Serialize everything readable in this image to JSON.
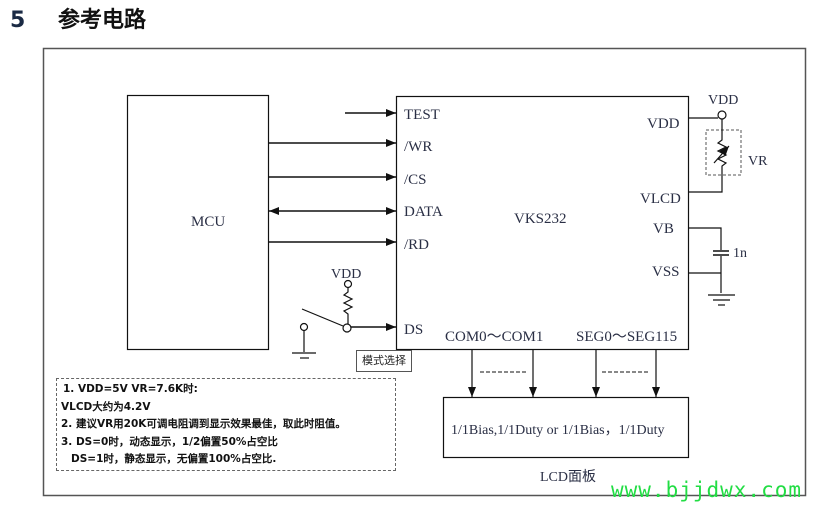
{
  "heading": {
    "number": "5",
    "title": "参考电路"
  },
  "mcu": {
    "label": "MCU"
  },
  "chip": {
    "name": "VKS232",
    "left_pins": [
      "TEST",
      "/WR",
      "/CS",
      "DATA",
      "/RD",
      "DS"
    ],
    "right_pins": [
      "VDD",
      "VLCD",
      "VB",
      "VSS"
    ],
    "bottom_labels": [
      "COM0～COM1",
      "SEG0～SEG115"
    ]
  },
  "power": {
    "vdd_top": "VDD",
    "vr_label": "VR",
    "cap_label": "1n",
    "vdd_pullup": "VDD"
  },
  "mode_select": "模式选择",
  "lcd": {
    "content": "1/1Bias,1/1Duty or 1/1Bias，1/1Duty",
    "caption": "LCD面板",
    "dashes": [
      "--------",
      "--------"
    ]
  },
  "notes": [
    "1. VDD=5V VR=7.6K时:",
    "VLCD大约为4.2V",
    "2. 建议VR用20K可调电阻调到显示效果最佳，取此时阻值。",
    "3. DS=0时，动态显示，1/2偏置50%占空比",
    "DS=1时，静态显示，无偏置100%占空比."
  ],
  "watermark": "www.bjjdwx.com"
}
